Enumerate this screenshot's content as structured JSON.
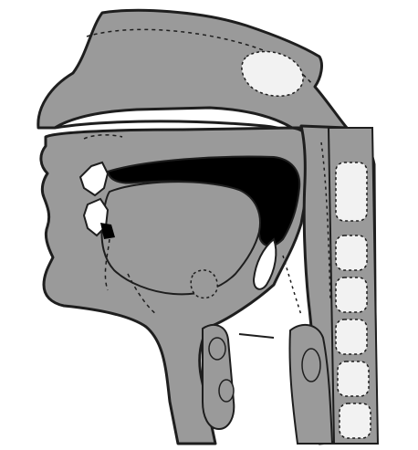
{
  "figure": {
    "colors": {
      "background": "#ffffff",
      "tissue": "#9a9a9a",
      "outline": "#1e1e1e",
      "cavity": "#ffffff",
      "vertebra": "#f2f2f2",
      "dark": "#000000"
    },
    "parts": [
      "nasal-cavity",
      "nasal-floor-palate",
      "adenoid",
      "nasopharynx",
      "upper-lip",
      "lower-lip",
      "upper-incisor",
      "lower-incisor",
      "tongue",
      "oral-airspace",
      "epiglottis",
      "hyoid",
      "larynx",
      "trachea",
      "esophagus",
      "pharynx-wall",
      "cervical-vertebrae"
    ]
  }
}
